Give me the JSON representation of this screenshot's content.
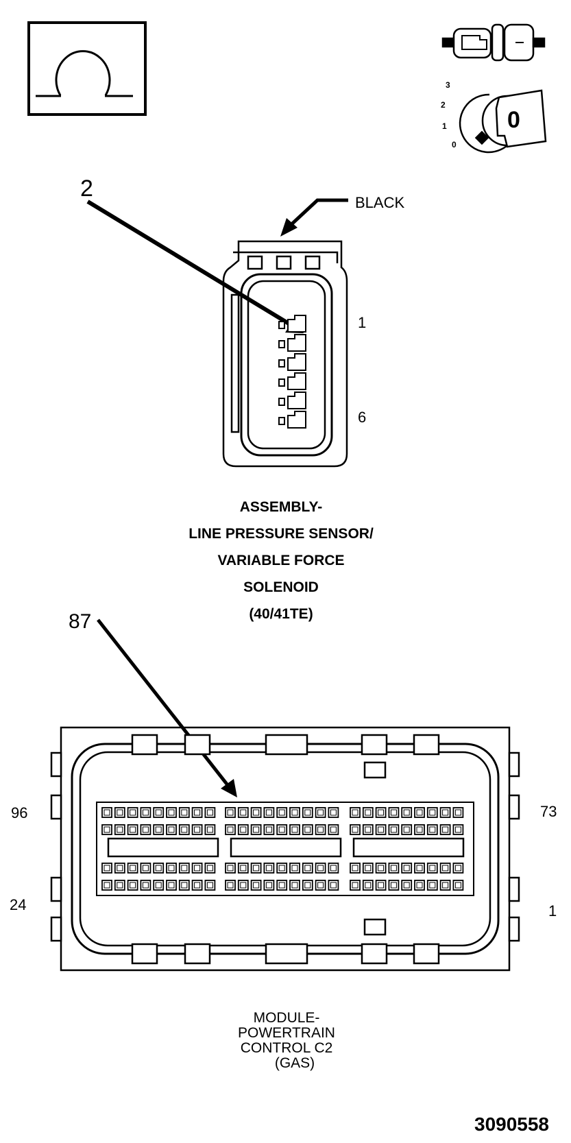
{
  "icons": {
    "ohm_symbol": "omega-icon",
    "connector_pair": "connector-disconnect-icon",
    "ignition_switch": "ignition-key-icon"
  },
  "ignition": {
    "positions": [
      "3",
      "2",
      "1",
      "0"
    ],
    "key_label": "0"
  },
  "sensor_connector": {
    "callout_pin": "2",
    "color_label": "BLACK",
    "pin_first": "1",
    "pin_last": "6",
    "title_lines": [
      "ASSEMBLY-",
      "LINE PRESSURE SENSOR/",
      "VARIABLE FORCE",
      "SOLENOID",
      "(40/41TE)"
    ]
  },
  "pcm_connector": {
    "callout_pin": "87",
    "pin_top_left": "96",
    "pin_top_right": "73",
    "pin_bottom_left": "24",
    "pin_bottom_right": "1",
    "title_lines": [
      "MODULE-",
      "POWERTRAIN",
      "CONTROL C2",
      "(GAS)"
    ]
  },
  "figure_id": "3090558"
}
